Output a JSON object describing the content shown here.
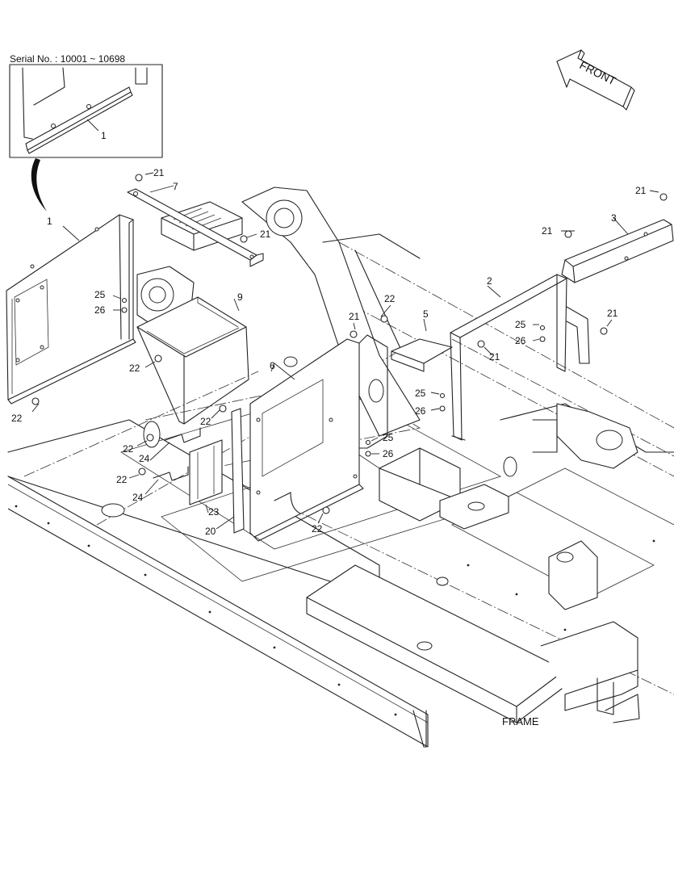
{
  "serial_note": "Serial No. : 10001 ~ 10698",
  "front_label": "FRONT",
  "frame_label": "FRAME",
  "callouts": {
    "c1_inset": "1",
    "c1": "1",
    "c2": "2",
    "c3": "3",
    "c5": "5",
    "c6": "6",
    "c7": "7",
    "c9": "9",
    "c20": "20",
    "c21a": "21",
    "c21b": "21",
    "c21c": "21",
    "c21d": "21",
    "c21e": "21",
    "c21f": "21",
    "c21g": "21",
    "c22a": "22",
    "c22b": "22",
    "c22c": "22",
    "c22d": "22",
    "c22e": "22",
    "c22f": "22",
    "c22g": "22",
    "c23": "23",
    "c24a": "24",
    "c24b": "24",
    "c25a": "25",
    "c25b": "25",
    "c25c": "25",
    "c25d": "25",
    "c26a": "26",
    "c26b": "26",
    "c26c": "26",
    "c26d": "26"
  }
}
